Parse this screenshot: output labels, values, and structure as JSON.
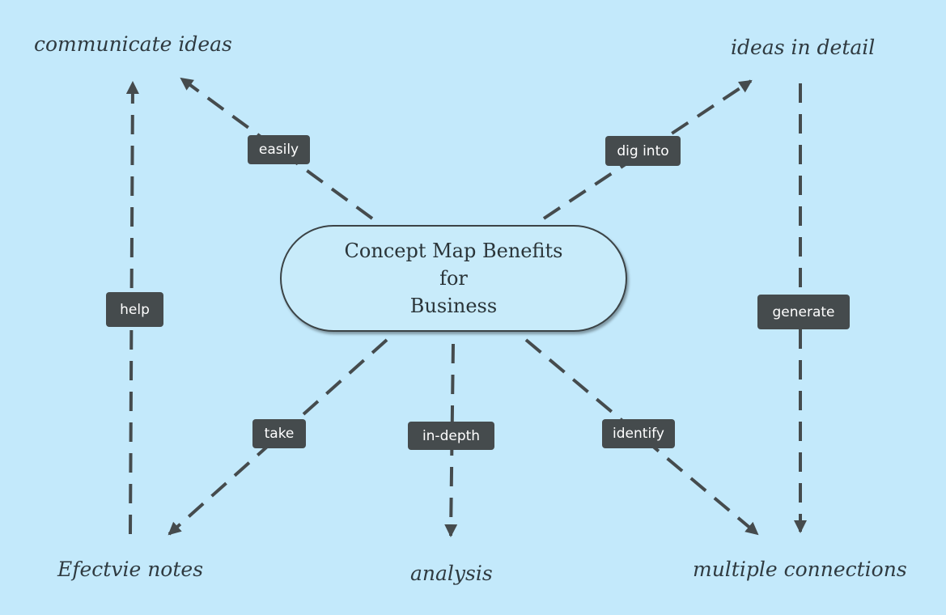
{
  "center": {
    "line1": "Concept Map Benefits",
    "line2": "for",
    "line3": "Business"
  },
  "nodes": {
    "communicate_ideas": "communicate ideas",
    "ideas_in_detail": "ideas in detail",
    "effective_notes": "Efectvie notes",
    "analysis": "analysis",
    "multiple_connections": "multiple connections"
  },
  "edge_labels": {
    "easily": "easily",
    "dig_into": "dig into",
    "help": "help",
    "generate": "generate",
    "take": "take",
    "in_depth": "in-depth",
    "identify": "identify"
  },
  "colors": {
    "background": "#c3e9fb",
    "edge": "#454b4d",
    "label_bg": "#454b4d",
    "label_text": "#ffffff"
  }
}
